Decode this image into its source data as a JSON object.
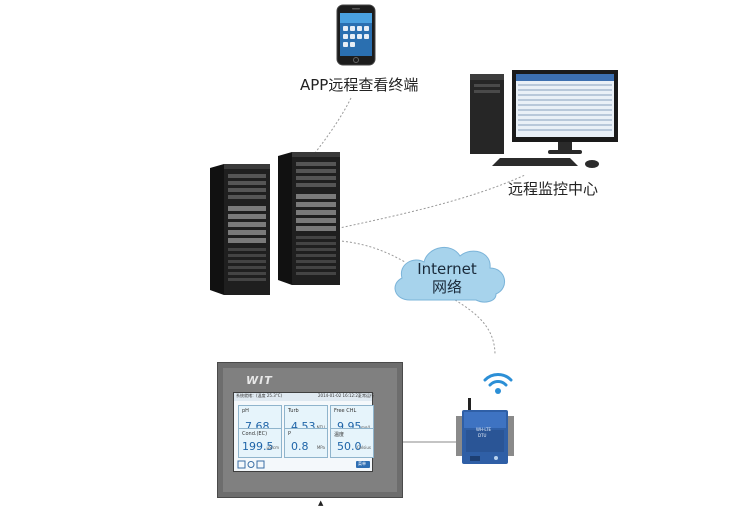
{
  "labels": {
    "app_terminal": "APP远程查看终端",
    "monitor_center": "远程监控中心",
    "internet": "Internet",
    "network": "网络"
  },
  "hmi": {
    "brand": "WIT",
    "status_left": "系统就绪：(温度 25.3°C)",
    "status_right": "2014-01-02 16:12:21",
    "status_tag": "正常运行",
    "tiles": [
      {
        "name": "pH",
        "value": "7.68",
        "unit": ""
      },
      {
        "name": "Turb",
        "value": "4.53",
        "unit": "NTU"
      },
      {
        "name": "Free CHL",
        "value": "9.95",
        "unit": "mg/L"
      },
      {
        "name": "Cond.(EC)",
        "value": "199.5",
        "unit": "μS/cm"
      },
      {
        "name": "P",
        "value": "0.8",
        "unit": "MPa"
      },
      {
        "name": "温度",
        "value": "50.0",
        "unit": "Celsius"
      }
    ],
    "button_label": "菜单"
  },
  "modem": {
    "model": "WH-LTE",
    "sub": "DTU"
  },
  "colors": {
    "cloud": "#a7d3ec",
    "cloud_edge": "#7bb4d9",
    "connector": "#9a9a9a",
    "server_body": "#1f1f1f",
    "hmi_bezel": "#6d6d6d",
    "modem_body": "#2f5fa6",
    "wifi": "#2c8fd6"
  },
  "icons": [
    "smartphone-icon",
    "desktop-computer-icon",
    "server-rack-icon",
    "cloud-icon",
    "touch-panel-icon",
    "wifi-icon",
    "cellular-modem-icon"
  ]
}
